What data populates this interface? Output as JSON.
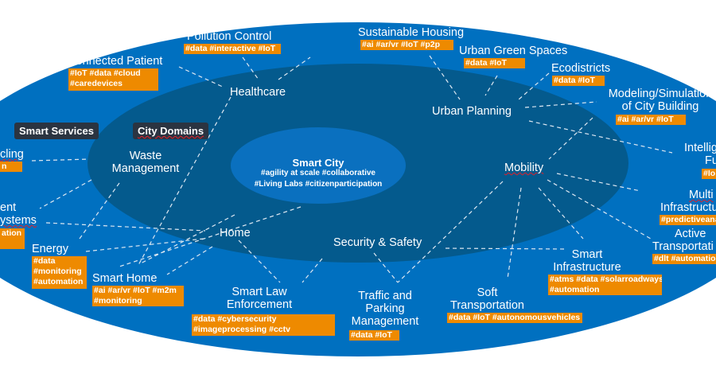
{
  "badges": {
    "services": "Smart Services",
    "domains": "City Domains"
  },
  "center": {
    "title": "Smart City",
    "tags1": "#agility at scale #collaborative",
    "tags2": "#Living Labs #citizenparticipation"
  },
  "domains": {
    "healthcare": "Healthcare",
    "urban_planning": "Urban Planning",
    "mobility": "Mobility",
    "security": "Security & Safety",
    "home": "Home",
    "waste1": "Waste",
    "waste2": "Management",
    "energy": "Energy"
  },
  "services": {
    "pollution": {
      "label": "Pollution Control",
      "tags": "#data #interactive #IoT"
    },
    "patient": {
      "label": "Connected Patient",
      "tags1": "#IoT #data #cloud",
      "tags2": "#caredevices"
    },
    "housing": {
      "label": "Sustainable Housing",
      "tags": "#ai #ar/vr #IoT #p2p"
    },
    "green": {
      "label": "Urban Green Spaces",
      "tags": "#data #IoT"
    },
    "eco": {
      "label": "Ecodistricts",
      "tags": "#data #IoT"
    },
    "modeling": {
      "label1": "Modeling/Simulation",
      "label2": "of City Building",
      "tags": "#ai #ar/vr #IoT"
    },
    "intelligent": {
      "label1": "Intellig",
      "label2": "Fu",
      "tags": "#Io"
    },
    "multi": {
      "label1": "Multi",
      "label2": "Infrastructu",
      "tags": "#predictiveana"
    },
    "active": {
      "label1": "Active",
      "label2": "Transportati",
      "tags": "#dlt #automation"
    },
    "smart_infra": {
      "label1": "Smart",
      "label2": "Infrastructure",
      "tags1": "#atms #data #solarroadways",
      "tags2": "#automation"
    },
    "soft": {
      "label1": "Soft",
      "label2": "Transportation",
      "tags": "#data #IoT #autonomousvehicles"
    },
    "traffic": {
      "label1": "Traffic and",
      "label2": "Parking",
      "label3": "Management",
      "tags": "#data #IoT"
    },
    "law": {
      "label1": "Smart Law",
      "label2": "Enforcement",
      "tags1": "#data #cybersecurity",
      "tags2": "#imageprocessing #cctv"
    },
    "smart_home": {
      "label": "Smart Home",
      "tags1": "#ai #ar/vr #IoT #m2m",
      "tags2": "#monitoring"
    },
    "energy_tags": {
      "tags1": "#data",
      "tags2": "#monitoring",
      "tags3": "#automation"
    },
    "mgmt_systems": {
      "label1": "ent",
      "label2": "ystems",
      "tags": "ation"
    },
    "recycling": {
      "label": "cling",
      "tags": "n"
    }
  },
  "colors": {
    "outer": "#0070c0",
    "inner": "#045a8d",
    "core": "#0a70bf",
    "tag": "#ee8a00",
    "badge": "#2b3441"
  }
}
